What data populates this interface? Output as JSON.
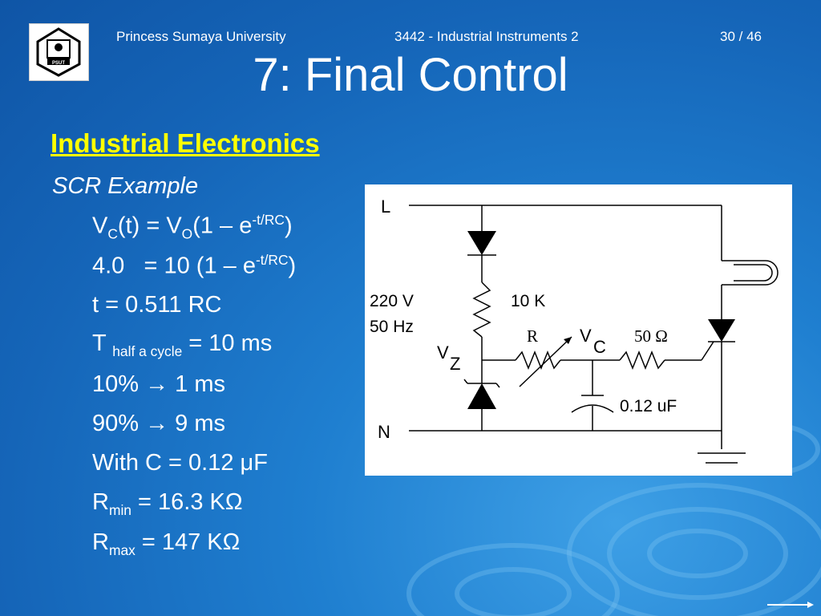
{
  "header": {
    "university": "Princess Sumaya University",
    "course": "3442 - Industrial Instruments 2",
    "page": "30 / 46"
  },
  "logo": {
    "text": "PSUT"
  },
  "title": "7: Final Control",
  "section_heading": "Industrial Electronics",
  "subheading": "SCR Example",
  "lines": {
    "l1": {
      "a": "V",
      "a_sub": "C",
      "b": "(t) = V",
      "b_sub": "O",
      "c": "(1 – e",
      "c_sup": "-t/RC",
      "d": ")"
    },
    "l2": {
      "a": "4.0   = 10 (1 – e",
      "a_sup": "-t/RC",
      "b": ")"
    },
    "l3": "t = 0.511 RC",
    "l4": {
      "a": "T ",
      "a_sub": "half a cycle",
      "b": " = 10 ms"
    },
    "l5": "10% → 1 ms",
    "l6": "90% → 9 ms",
    "l7": "With C = 0.12 μF",
    "l8": {
      "a": "R",
      "a_sub": "min",
      "b": " = 16.3 KΩ"
    },
    "l9": {
      "a": "R",
      "a_sub": "max",
      "b": " = 147 KΩ"
    }
  },
  "circuit": {
    "L": "L",
    "N": "N",
    "source_v": "220 V",
    "source_f": "50 Hz",
    "r10k": "10 K",
    "R": "R",
    "VC_V": "V",
    "VC_C": "C",
    "r50": "50 Ω",
    "VZ_V": "V",
    "VZ_Z": "Z",
    "cap": "0.12 uF"
  }
}
